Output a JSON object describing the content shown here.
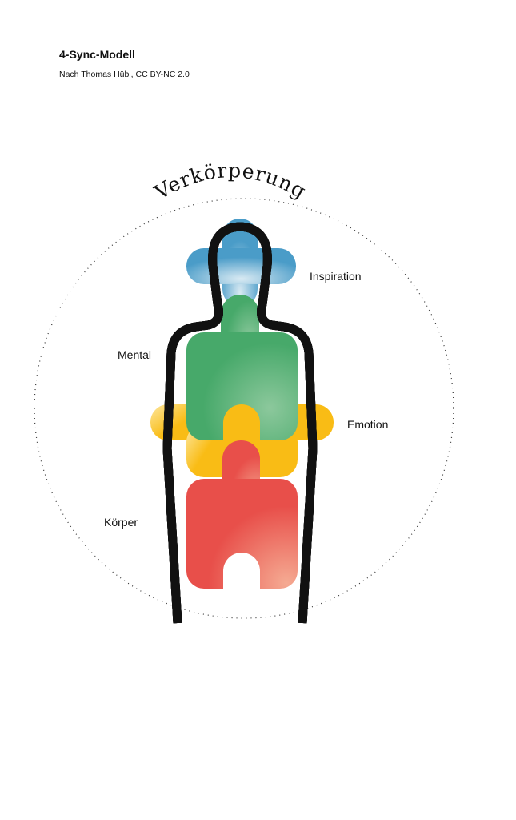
{
  "header": {
    "title": "4-Sync-Modell",
    "subtitle": "Nach Thomas Hübl, CC BY-NC 2.0"
  },
  "diagram": {
    "arc_label": "Verkörperung",
    "labels": {
      "inspiration": "Inspiration",
      "mental": "Mental",
      "emotion": "Emotion",
      "koerper": "Körper"
    },
    "colors": {
      "inspiration": "#4a9cc8",
      "mental": "#4aa96c",
      "emotion": "#f9bc15",
      "koerper": "#e84f4a"
    }
  }
}
